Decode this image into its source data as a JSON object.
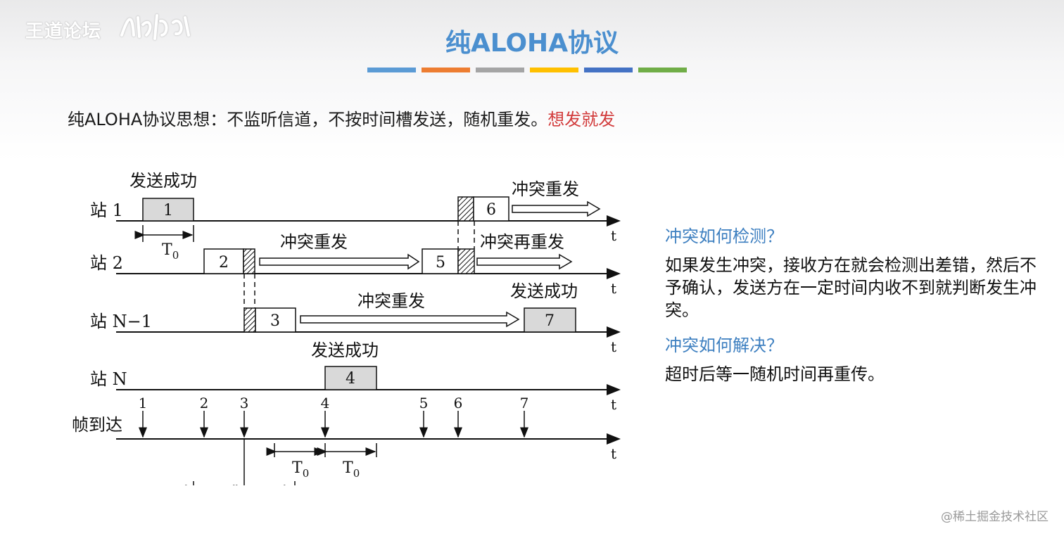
{
  "logo": {
    "text": "王道论坛"
  },
  "title": "纯ALOHA协议",
  "divider_colors": [
    "#5b9bd5",
    "#ed7d31",
    "#a5a5a5",
    "#ffc000",
    "#4472c4",
    "#70ad47"
  ],
  "intro": {
    "main": "纯ALOHA协议思想：不监听信道，不按时间槽发送，随机重发。",
    "highlight": "想发就发"
  },
  "diagram": {
    "stations": [
      "站 1",
      "站 2",
      "站 N−1",
      "站 N"
    ],
    "arrival_label": "帧到达",
    "time_label": "t",
    "t0_label": "T",
    "t0_sub": "0",
    "frames": [
      "1",
      "2",
      "3",
      "4",
      "5",
      "6",
      "7"
    ],
    "arrival_numbers": [
      "1",
      "2",
      "3",
      "4",
      "5",
      "6",
      "7"
    ],
    "annotations": {
      "s1_success": "发送成功",
      "s1_retry": "冲突重发",
      "s2_retry": "冲突重发",
      "s2_retry_again": "冲突再重发",
      "sn1_retry": "冲突重发",
      "sn1_success": "发送成功",
      "sn_success": "发送成功"
    }
  },
  "right": {
    "q1": "冲突如何检测？",
    "a1": "如果发生冲突，接收方在就会检测出差错，然后不予确认，发送方在一定时间内收不到就判断发生冲突。",
    "q2": "冲突如何解决？",
    "a2": "超时后等一随机时间再重传。"
  },
  "footer": "@稀土掘金技术社区"
}
